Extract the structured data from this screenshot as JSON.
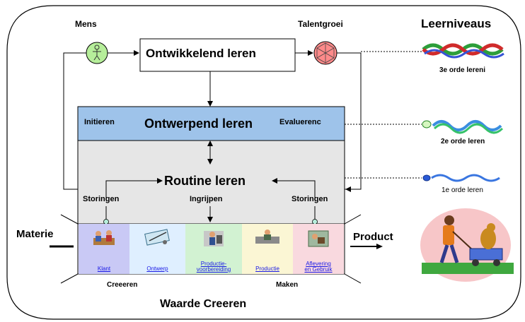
{
  "header": {
    "mens": "Mens",
    "talentgroei": "Talentgroei",
    "leerniveaus": "Leerniveaus"
  },
  "boxes": {
    "ontwikkelend": "Ontwikkelend leren",
    "initieren": "Initieren",
    "ontwerpend": "Ontwerpend leren",
    "evaluerenc": "Evaluerenc",
    "routine": "Routine leren",
    "storingen_left": "Storingen",
    "ingrijpen": "Ingrijpen",
    "storingen_right": "Storingen"
  },
  "flow": {
    "materie": "Materie",
    "product": "Product",
    "creeeren": "Creeeren",
    "maken": "Maken",
    "waarde": "Waarde Creeren"
  },
  "phases": [
    {
      "label": "Klant",
      "label2": "",
      "bg": "#c9c9f5"
    },
    {
      "label": "Ontwerp",
      "label2": "",
      "bg": "#dfefff"
    },
    {
      "label": "Productie-",
      "label2": "voorbereiding",
      "bg": "#d2f2d2"
    },
    {
      "label": "Productie",
      "label2": "",
      "bg": "#fbf6d4"
    },
    {
      "label": "Aflevering",
      "label2": "en Gebruik",
      "bg": "#f9d9df"
    }
  ],
  "levels": {
    "third": "3e orde lereni",
    "second": "2e orde leren",
    "first": "1e orde leren"
  },
  "colors": {
    "blue_panel": "#9ec3ea",
    "grey_panel": "#e6e6e6",
    "mens_fill": "#b6ee9a",
    "talent_fill": "#ff8a8a"
  }
}
